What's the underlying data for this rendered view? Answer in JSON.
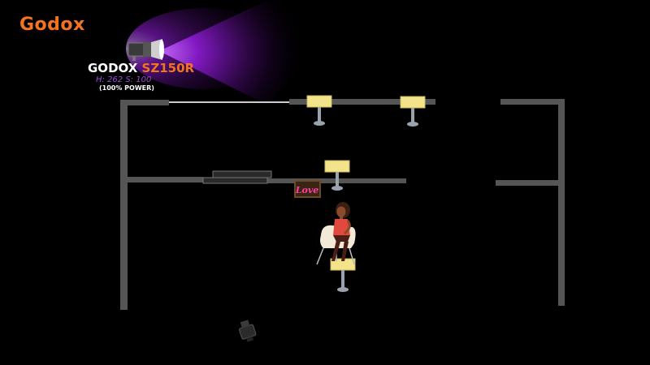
{
  "brand": {
    "logo_text": "Godox",
    "color": "#f37321"
  },
  "light": {
    "brand": "GODOX",
    "model": "SZ150R",
    "hs_text": "H: 262 S: 100",
    "power_text": "(100% POWER)",
    "beam_color": "#a020f0",
    "model_color": "#f37321",
    "hs_color": "#9b4dd9"
  },
  "neon_sign": {
    "text": "Love",
    "color": "#ff3fa4"
  },
  "colors": {
    "wall": "#555555",
    "lamp_shade": "#f3e38a",
    "lamp_stand": "#9aa3ad",
    "chair": "#f2ead6",
    "shirt": "#e0493c"
  }
}
